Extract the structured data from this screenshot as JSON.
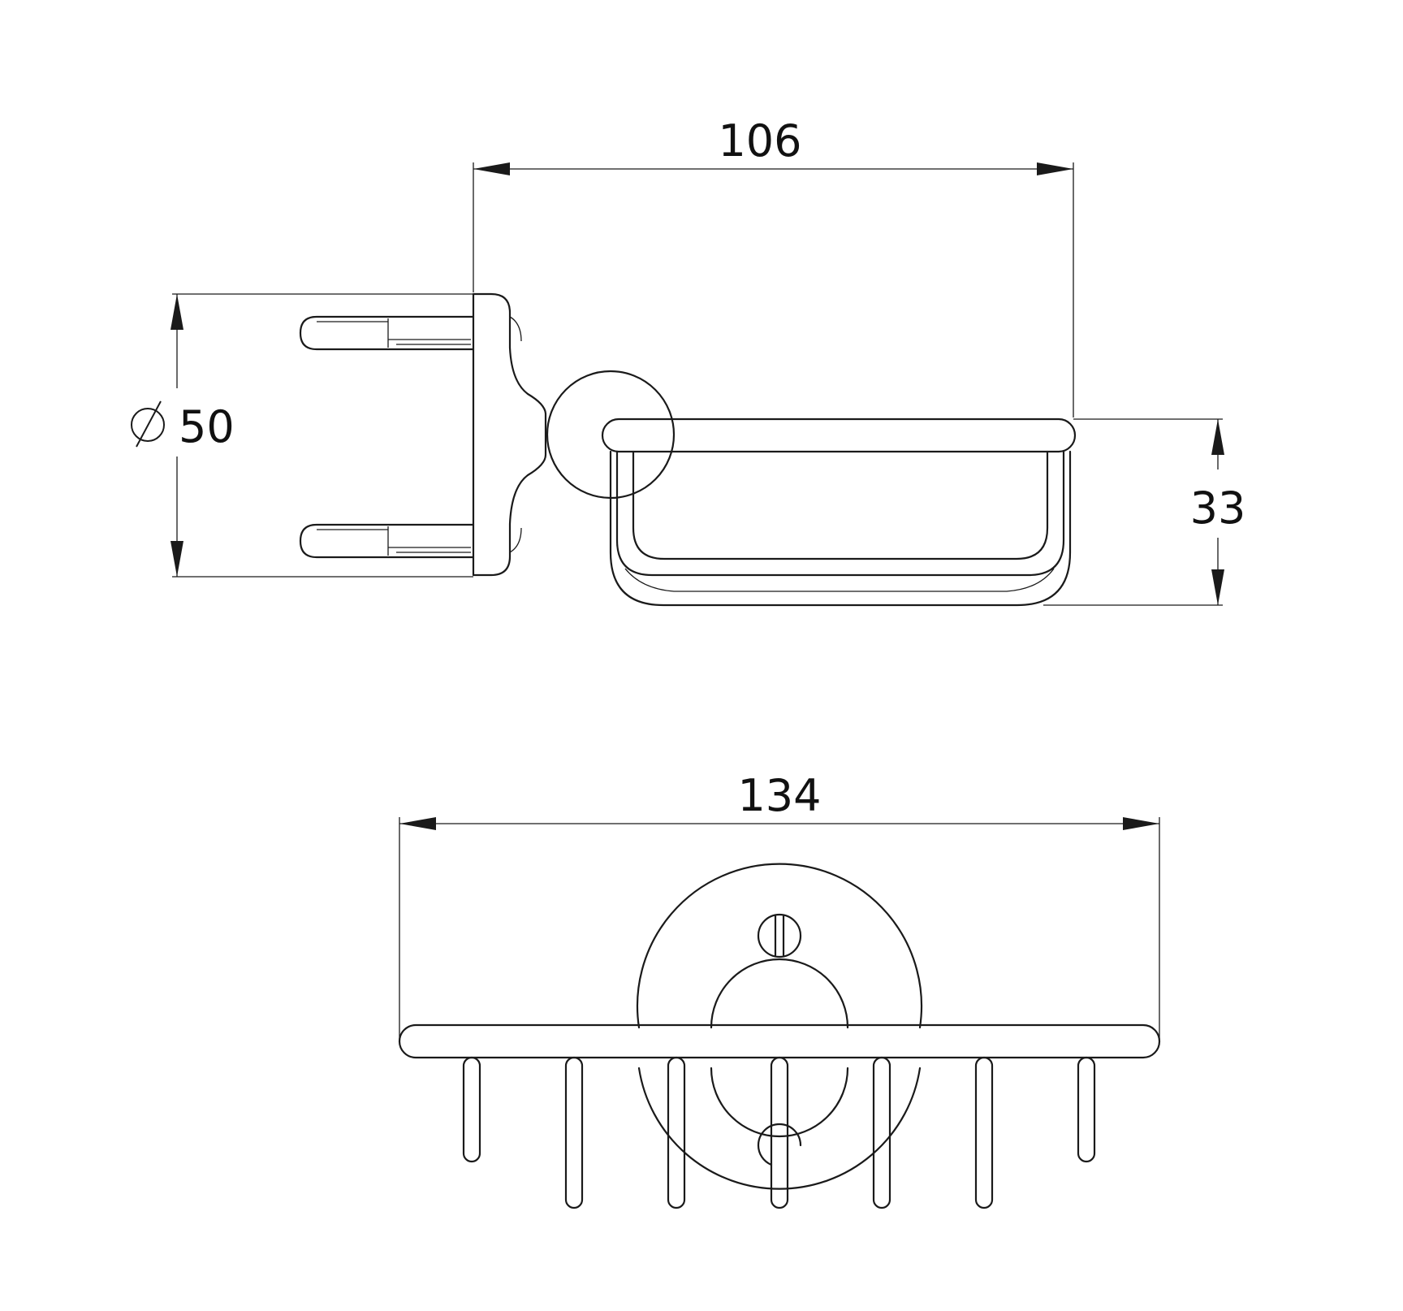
{
  "dimensions": {
    "width_top": "106",
    "diameter": "50",
    "height": "33",
    "width_bottom": "134"
  },
  "symbols": {
    "diameter": "diameter-symbol"
  },
  "colors": {
    "line": "#1a1a1a",
    "background": "#ffffff"
  }
}
